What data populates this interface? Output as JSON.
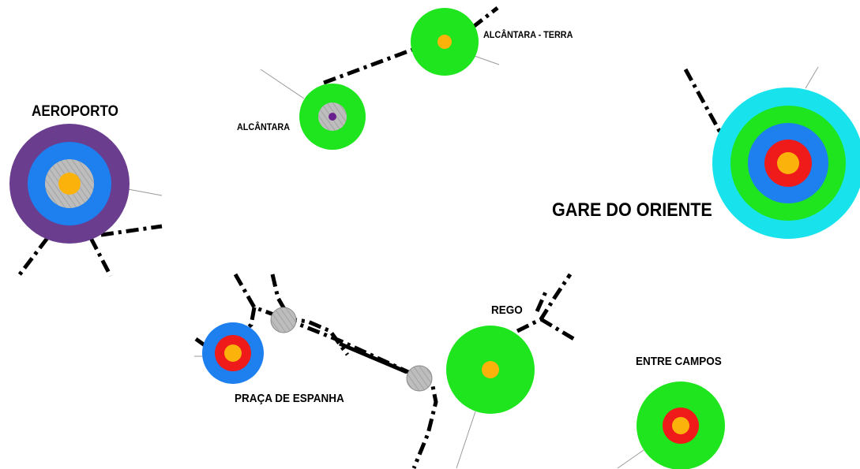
{
  "map": {
    "stations": {
      "aeroporto": {
        "label": "AEROPORTO"
      },
      "alcantara": {
        "label": "ALCÂNTARA"
      },
      "alcantara_terra": {
        "label": "ALCÂNTARA - TERRA"
      },
      "gare_do_oriente": {
        "label": "GARE DO ORIENTE"
      },
      "praca_de_espanha": {
        "label": "PRAÇA DE ESPANHA"
      },
      "rego": {
        "label": "REGO"
      },
      "entre_campos": {
        "label": "ENTRE CAMPOS"
      }
    },
    "colors": {
      "purple": "#6a3d8f",
      "blue": "#1e7fef",
      "green": "#1ee51e",
      "cyan": "#18e3ec",
      "red": "#ef1a1a",
      "yellow": "#fbb30c",
      "hatch": "#b8b8b8",
      "line": "#000000",
      "thin_line": "#999999"
    }
  }
}
